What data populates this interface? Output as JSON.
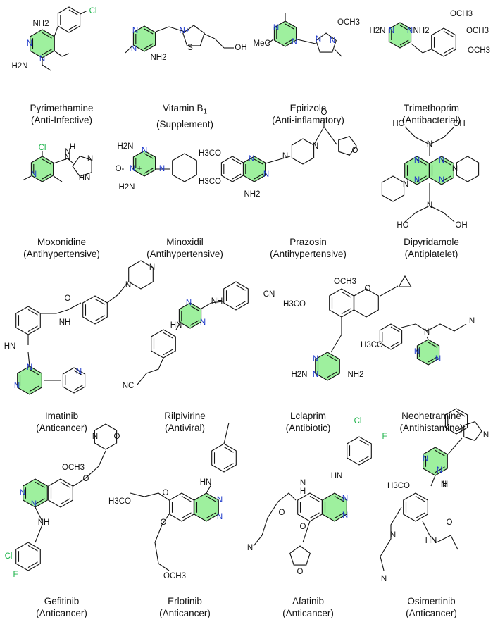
{
  "drugs": [
    {
      "name": "Pyrimethamine",
      "use": "(Anti-Infective)"
    },
    {
      "name": "Vitamin B",
      "name_sub": "1",
      "use": "(Supplement)"
    },
    {
      "name": "Epirizole",
      "use": "(Anti-inflamatory)"
    },
    {
      "name": "Trimethoprim",
      "use": "(Antibacterial)"
    },
    {
      "name": "Moxonidine",
      "use": "(Antihypertensive)"
    },
    {
      "name": "Minoxidil",
      "use": "(Antihypertensive)"
    },
    {
      "name": "Prazosin",
      "use": "(Antihypertensive)"
    },
    {
      "name": "Dipyridamole",
      "use": "(Antiplatelet)"
    },
    {
      "name": "Imatinib",
      "use": "(Anticancer)"
    },
    {
      "name": "Rilpivirine",
      "use": "(Antiviral)"
    },
    {
      "name": "Lclaprim",
      "use": "(Antibiotic)"
    },
    {
      "name": "Neohetramine",
      "use": "(Antihistamine)"
    },
    {
      "name": "Gefitinib",
      "use": "(Anticancer)"
    },
    {
      "name": "Erlotinib",
      "use": "(Anticancer)"
    },
    {
      "name": "Afatinib",
      "use": "(Anticancer)"
    },
    {
      "name": "Osimertinib",
      "use": "(Anticancer)"
    }
  ],
  "atom_labels": {
    "pyrimethamine": [
      "NH2",
      "Cl",
      "N",
      "N",
      "H2N"
    ],
    "vitamin_b1": [
      "N",
      "N+",
      "N",
      "S",
      "NH2",
      "OH"
    ],
    "epirizole": [
      "N",
      "N",
      "N",
      "N",
      "OCH3",
      "MeO"
    ],
    "trimethoprim": [
      "H2N",
      "N",
      "N",
      "NH2",
      "OCH3",
      "OCH3",
      "OCH3"
    ],
    "moxonidine": [
      "Cl",
      "N",
      "N",
      "H",
      "N",
      "HN",
      "N"
    ],
    "minoxidil": [
      "H2N",
      "N",
      "O-",
      "N",
      "N",
      "H2N",
      "+"
    ],
    "prazosin": [
      "H3CO",
      "H3CO",
      "N",
      "N",
      "N",
      "N",
      "NH2",
      "O",
      "O"
    ],
    "dipyridamole": [
      "HO",
      "OH",
      "N",
      "N",
      "N",
      "N",
      "N",
      "N",
      "N",
      "N",
      "HO",
      "OH"
    ],
    "imatinib": [
      "N",
      "N",
      "O",
      "NH",
      "HN",
      "N",
      "N",
      "N"
    ],
    "rilpivirine": [
      "NH",
      "N",
      "N",
      "HN",
      "CN",
      "NC"
    ],
    "lclaprim": [
      "OCH3",
      "H3CO",
      "O",
      "N",
      "N",
      "H2N",
      "NH2"
    ],
    "neohetramine": [
      "N",
      "N",
      "H3CO",
      "N",
      "N"
    ],
    "gefitinib": [
      "OCH3",
      "N",
      "O",
      "O",
      "N",
      "N",
      "NH",
      "Cl",
      "F"
    ],
    "erlotinib": [
      "HN",
      "H3CO",
      "O",
      "O",
      "N",
      "N",
      "OCH3"
    ],
    "afatinib": [
      "Cl",
      "F",
      "HN",
      "N",
      "N",
      "N",
      "H",
      "O",
      "O",
      "N",
      "O"
    ],
    "osimertinib": [
      "N",
      "N",
      "N",
      "H3CO",
      "H",
      "N",
      "N",
      "HN",
      "O",
      "N"
    ]
  }
}
